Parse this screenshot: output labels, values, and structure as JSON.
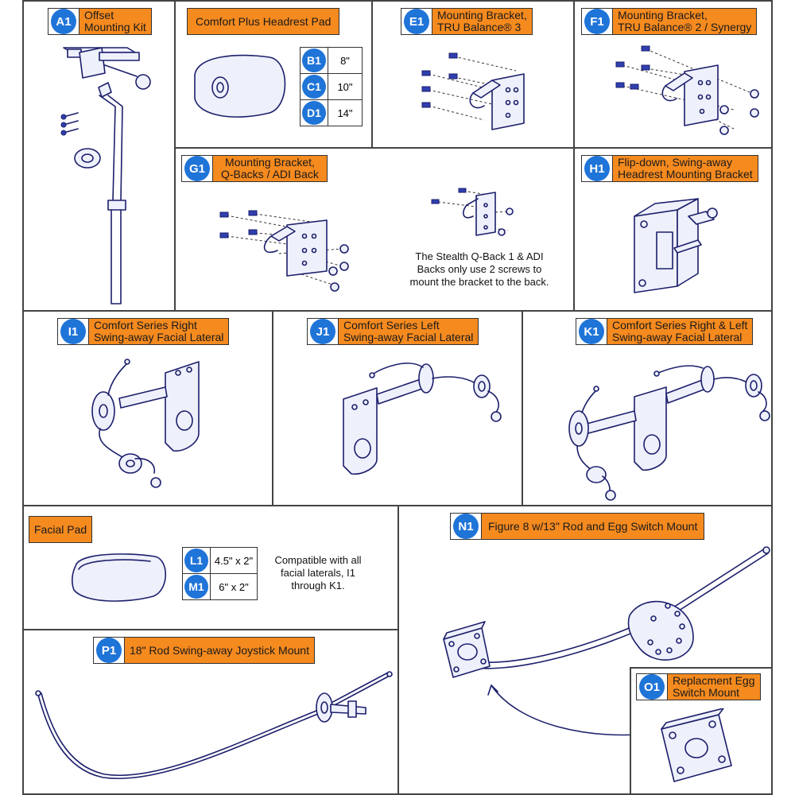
{
  "panels": {
    "a1": {
      "code": "A1",
      "label_line1": "Offset",
      "label_line2": "Mounting Kit"
    },
    "headrest": {
      "label": "Comfort Plus Headrest Pad",
      "sizes": [
        {
          "code": "B1",
          "size": "8\""
        },
        {
          "code": "C1",
          "size": "10\""
        },
        {
          "code": "D1",
          "size": "14\""
        }
      ]
    },
    "e1": {
      "code": "E1",
      "label_line1": "Mounting Bracket,",
      "label_line2": "TRU Balance® 3"
    },
    "f1": {
      "code": "F1",
      "label_line1": "Mounting Bracket,",
      "label_line2": "TRU Balance® 2 / Synergy"
    },
    "g1": {
      "code": "G1",
      "label_line1": "Mounting Bracket,",
      "label_line2": "Q-Backs / ADI Back",
      "note_lines": [
        "The Stealth Q-Back 1 & ADI",
        "Backs only use 2 screws to",
        "mount the bracket to the back."
      ]
    },
    "h1": {
      "code": "H1",
      "label_line1": "Flip-down, Swing-away",
      "label_line2": "Headrest Mounting Bracket"
    },
    "i1": {
      "code": "I1",
      "label_line1": "Comfort Series Right",
      "label_line2": "Swing-away Facial Lateral"
    },
    "j1": {
      "code": "J1",
      "label_line1": "Comfort Series Left",
      "label_line2": "Swing-away Facial Lateral"
    },
    "k1": {
      "code": "K1",
      "label_line1": "Comfort Series Right & Left",
      "label_line2": "Swing-away Facial Lateral"
    },
    "facial": {
      "label": "Facial Pad",
      "sizes": [
        {
          "code": "L1",
          "size": "4.5\" x 2\""
        },
        {
          "code": "M1",
          "size": "6\" x 2\""
        }
      ],
      "note_lines": [
        "Compatible with all",
        "facial laterals, I1",
        "through K1."
      ]
    },
    "n1": {
      "code": "N1",
      "label": "Figure 8 w/13\" Rod and Egg Switch Mount"
    },
    "o1": {
      "code": "O1",
      "label_line1": "Replacment Egg",
      "label_line2": "Switch Mount"
    },
    "p1": {
      "code": "P1",
      "label": "18\" Rod Swing-away Joystick Mount"
    }
  },
  "colors": {
    "badge": "#1f74d8",
    "label_bg": "#f58a1f",
    "line_art": "#1c1f6b",
    "screw": "#2f3fb0"
  }
}
